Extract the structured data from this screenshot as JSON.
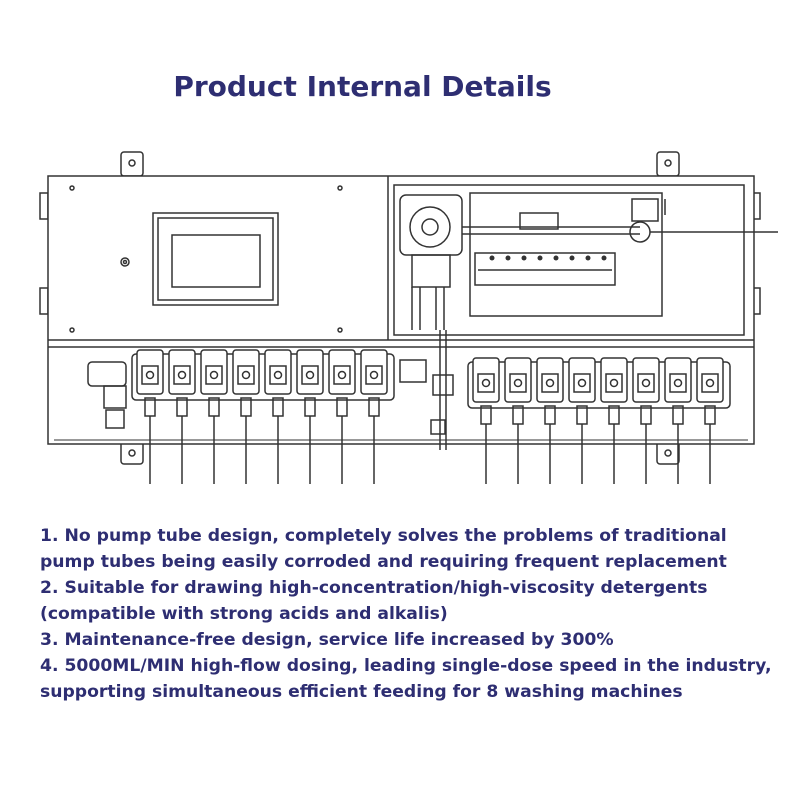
{
  "title": "Product Internal Details",
  "colors": {
    "text": "#2e2e72",
    "line": "#333333",
    "background": "#ffffff"
  },
  "features": [
    "1. No pump tube design, completely solves the problems of traditional pump tubes being easily corroded and requiring frequent replacement",
    "2.  Suitable for drawing high-concentration/high-viscosity detergents (compatible with strong acids and alkalis)",
    "3.  Maintenance-free design, service life increased by 300%",
    "4.  5000ML/MIN high-flow dosing, leading single-dose speed in the industry, supporting simultaneous efficient feeding for 8 washing machines"
  ]
}
